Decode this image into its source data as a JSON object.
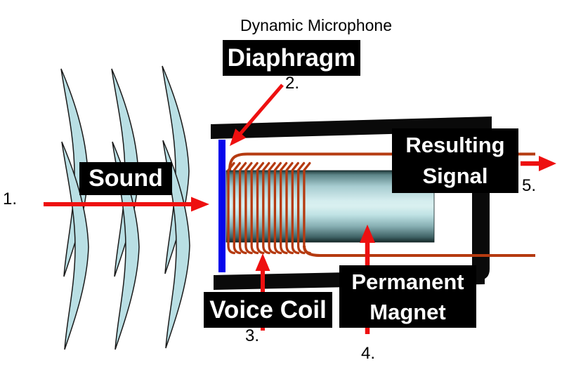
{
  "title": "Dynamic Microphone",
  "boxes": {
    "sound": {
      "label": "Sound"
    },
    "diaphragm": {
      "label": "Diaphragm"
    },
    "voice_coil": {
      "label": "Voice Coil"
    },
    "resulting_signal": {
      "line1": "Resulting",
      "line2": "Signal"
    },
    "permanent_magnet": {
      "line1": "Permanent",
      "line2": "Magnet"
    }
  },
  "markers": {
    "sound": "1.",
    "diaphragm": "2.",
    "voice_coil": "3.",
    "permanent_magnet": "4.",
    "resulting_signal": "5."
  },
  "colors": {
    "label_box_bg": "#000000",
    "label_box_text": "#ffffff",
    "arrow_red": "#ee1010",
    "wire_copper": "#b53a10",
    "sound_wave_fill": "#b9dfe4",
    "diaphragm_blue": "#0606ec",
    "housing_black": "#0a0a0a",
    "magnet_light": "#d9f0f0",
    "magnet_dark": "#1f3839"
  }
}
